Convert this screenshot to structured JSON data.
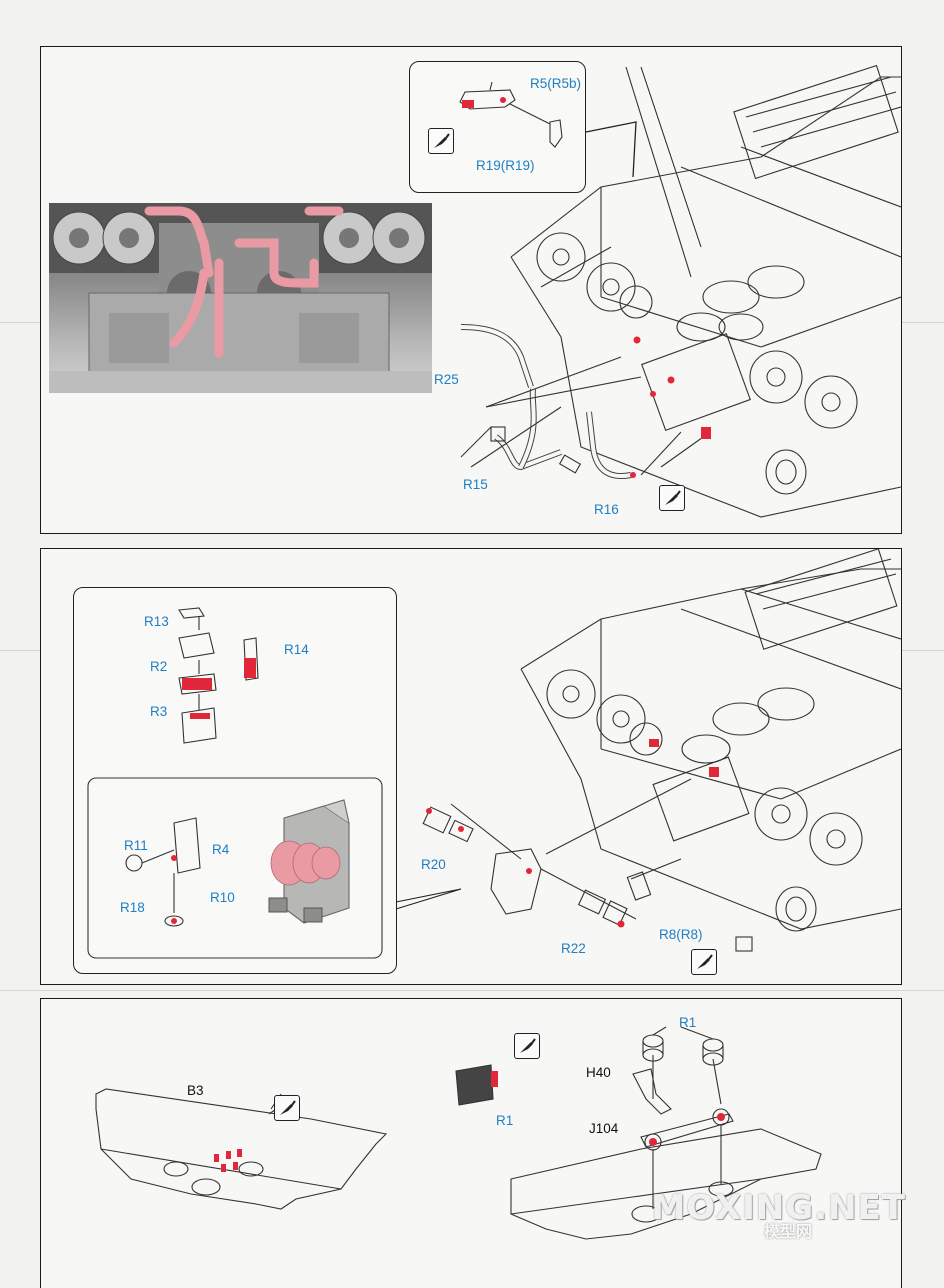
{
  "steps": [
    {
      "labels": {
        "callout_a": "R5(R5b)",
        "callout_b": "R19(R19)",
        "r25": "R25",
        "r15": "R15",
        "r16": "R16"
      }
    },
    {
      "labels": {
        "r13": "R13",
        "r2": "R2",
        "r14": "R14",
        "r3": "R3",
        "r11": "R11",
        "r4": "R4",
        "r18": "R18",
        "r10": "R10",
        "r20": "R20",
        "r22": "R22",
        "r8": "R8(R8)"
      }
    },
    {
      "labels": {
        "b3": "B3",
        "r1_top": "R1",
        "h40": "H40",
        "r1_left": "R1",
        "j104": "J104"
      }
    }
  ],
  "icons": {
    "cement": "cement-brush-icon"
  },
  "watermark": {
    "brand": "MOXING.NET",
    "sub": "模型网"
  },
  "colors": {
    "label_blue": "#1e7fc4",
    "part_red": "#e1273a",
    "pipe_pink": "#e99aa3"
  }
}
